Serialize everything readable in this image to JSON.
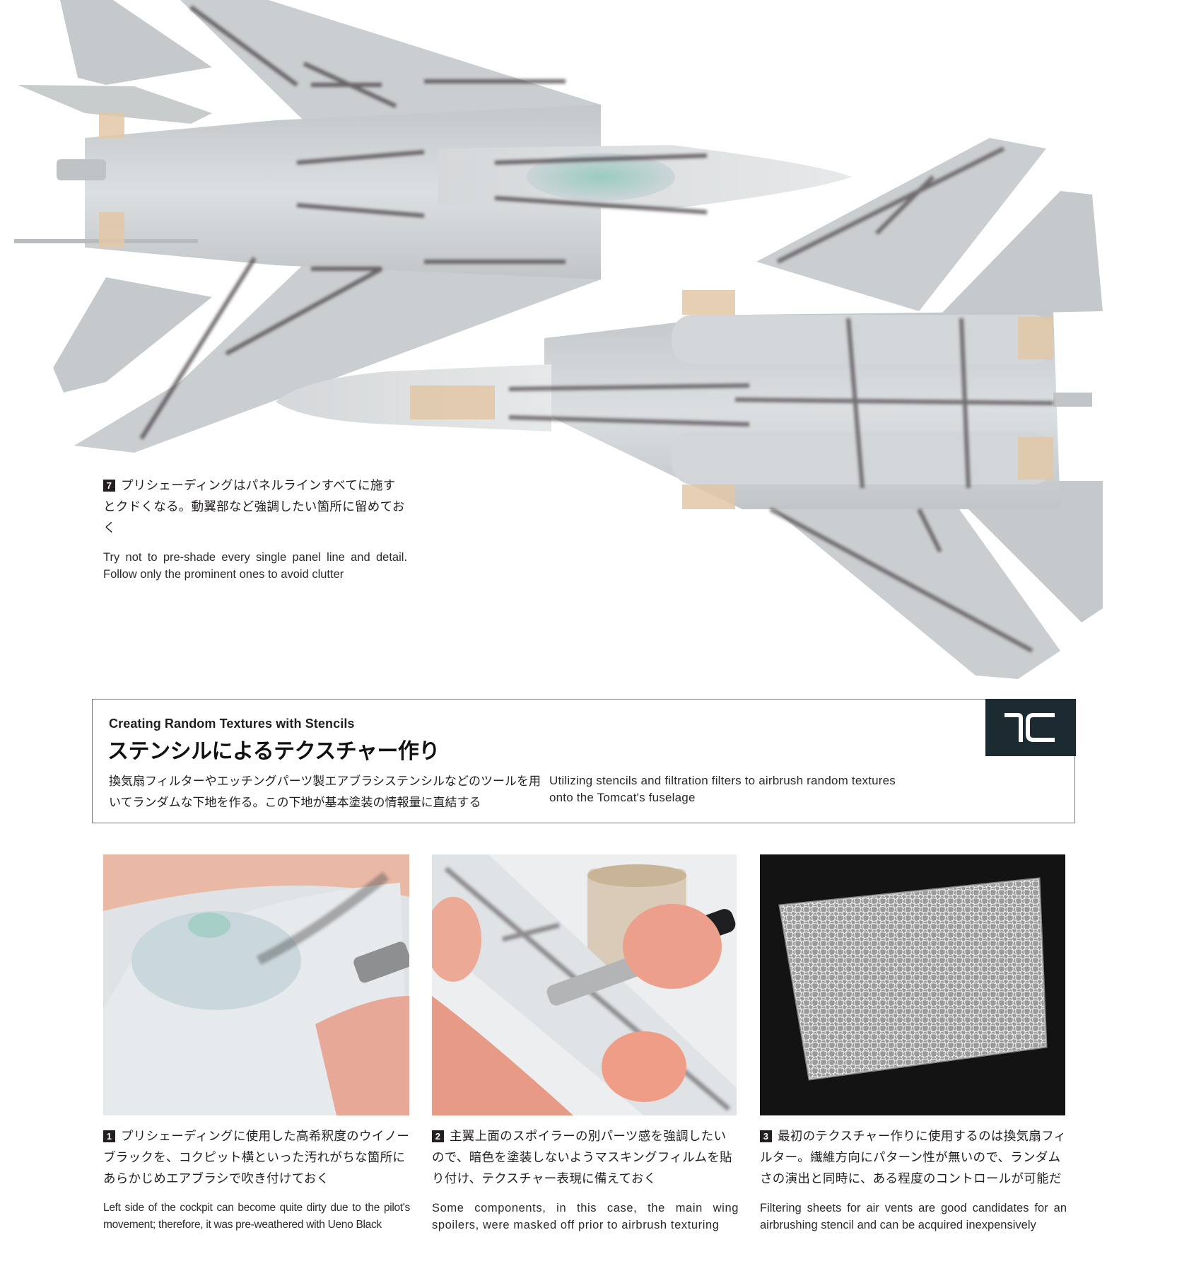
{
  "hero": {
    "caption": {
      "number": "7",
      "jp": "プリシェーディングはパネルラインすべてに施すとクドくなる。動翼部など強調したい箇所に留めておく",
      "en": "Try not to pre-shade every single panel line and detail. Follow only the prominent ones to avoid clutter"
    },
    "colors": {
      "model_gray": "#c9ccce",
      "model_shade": "#dde0e2",
      "preshade": "#4a4246",
      "masking_tape": "#e2c7a4",
      "canopy_tint": "#8fc9b9"
    }
  },
  "section": {
    "title_en": "Creating Random Textures with Stencils",
    "title_jp": "ステンシルによるテクスチャー作り",
    "desc_jp": "換気扇フィルターやエッチングパーツ製エアブラシステンシルなどのツールを用いてランダムな下地を作る。この下地が基本塗装の情報量に直結する",
    "desc_en": "Utilizing stencils and filtration filters to airbrush random textures onto the Tomcat's fuselage",
    "badge_label": "1C",
    "badge_color": "#1c2a31",
    "border_color": "#7a7a7a"
  },
  "steps": [
    {
      "number": "1",
      "photo_desc": "Hand holding pre-shaded Tomcat nose section while airbrushing near cockpit",
      "jp": "プリシェーディングに使用した高希釈度のウイノーブラックを、コクピット横といった汚れがちな箇所にあらかじめエアブラシで吹き付けておく",
      "en": "Left side of the cockpit can become quite dirty due to the pilot's movement; therefore, it was pre-weathered with Ueno Black"
    },
    {
      "number": "2",
      "photo_desc": "Hobby knife trimming masking film on wing spoilers, roll of film in background",
      "jp": "主翼上面のスポイラーの別パーツ感を強調したいので、暗色を塗装しないようマスキングフィルムを貼り付け、テクスチャー表現に備えておく",
      "en": "Some components, in this case, the main wing spoilers, were masked off prior to airbrush texturing"
    },
    {
      "number": "3",
      "photo_desc": "White fibrous air-vent filter sheet on black background",
      "jp": "最初のテクスチャー作りに使用するのは換気扇フィルター。繊維方向にパターン性が無いので、ランダムさの演出と同時に、ある程度のコントロールが可能だ",
      "en": "Filtering sheets for air vents are good candidates for an airbrushing stencil and can be acquired inexpensively"
    }
  ]
}
